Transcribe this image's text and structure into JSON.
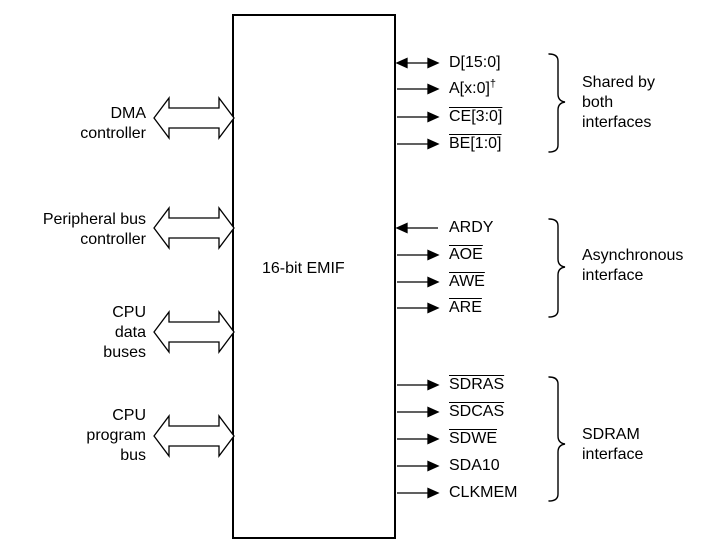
{
  "block": {
    "label": "16-bit EMIF"
  },
  "left_ports": [
    {
      "lines": [
        "DMA",
        "controller"
      ]
    },
    {
      "lines": [
        "Peripheral bus",
        "controller"
      ]
    },
    {
      "lines": [
        "CPU",
        "data",
        "buses"
      ]
    },
    {
      "lines": [
        "CPU",
        "program",
        "bus"
      ]
    }
  ],
  "signals": [
    {
      "name": "D[15:0]",
      "direction": "bidirectional",
      "overbar": false
    },
    {
      "name": "A[x:0]",
      "sup": "†",
      "direction": "out",
      "overbar": false
    },
    {
      "name": "CE[3:0]",
      "direction": "out",
      "overbar": true
    },
    {
      "name": "BE[1:0]",
      "direction": "out",
      "overbar": true
    },
    {
      "name": "ARDY",
      "direction": "in",
      "overbar": false
    },
    {
      "name": "AOE",
      "direction": "out",
      "overbar": true
    },
    {
      "name": "AWE",
      "direction": "out",
      "overbar": true
    },
    {
      "name": "ARE",
      "direction": "out",
      "overbar": true
    },
    {
      "name": "SDRAS",
      "direction": "out",
      "overbar": true
    },
    {
      "name": "SDCAS",
      "direction": "out",
      "overbar": true
    },
    {
      "name": "SDWE",
      "direction": "out",
      "overbar": true
    },
    {
      "name": "SDA10",
      "direction": "out",
      "overbar": false
    },
    {
      "name": "CLKMEM",
      "direction": "out",
      "overbar": false
    }
  ],
  "groups": [
    {
      "lines": [
        "Shared by",
        "both",
        "interfaces"
      ]
    },
    {
      "lines": [
        "Asynchronous",
        "interface"
      ]
    },
    {
      "lines": [
        "SDRAM",
        "interface"
      ]
    }
  ]
}
